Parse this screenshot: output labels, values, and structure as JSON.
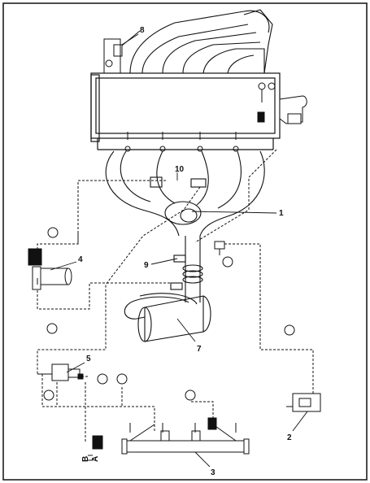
{
  "diagram": {
    "callouts": [
      {
        "id": "part-1",
        "label": "1"
      },
      {
        "id": "part-2",
        "label": "2"
      },
      {
        "id": "part-3",
        "label": "3"
      },
      {
        "id": "part-4",
        "label": "4"
      },
      {
        "id": "part-5",
        "label": "5"
      },
      {
        "id": "part-7",
        "label": "7"
      },
      {
        "id": "part-8",
        "label": "8"
      },
      {
        "id": "part-9",
        "label": "9"
      },
      {
        "id": "part-10",
        "label": "10"
      }
    ],
    "connectors": [
      "A",
      "B"
    ],
    "colors": {
      "ink": "#111111",
      "paper": "#ffffff",
      "fill": "#e8e8e8"
    }
  }
}
